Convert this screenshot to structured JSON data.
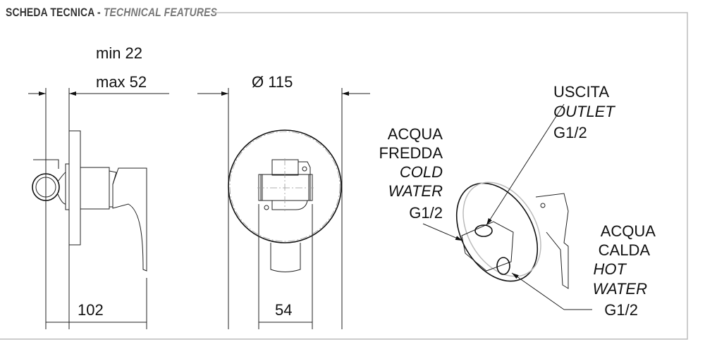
{
  "header": {
    "title_it": "SCHEDA TECNICA -",
    "title_en": "TECHNICAL FEATURES"
  },
  "side_view": {
    "depth_min": "min 22",
    "depth_max": "max 52",
    "length": "102"
  },
  "front_view": {
    "diameter": "Ø 115",
    "width": "54"
  },
  "connections": {
    "outlet": {
      "it": "USCITA",
      "en": "OUTLET",
      "size": "G1/2"
    },
    "cold": {
      "it_1": "ACQUA",
      "it_2": "FREDDA",
      "en_1": "COLD",
      "en_2": "WATER",
      "size": "G1/2"
    },
    "hot": {
      "it_1": "ACQUA",
      "it_2": "CALDA",
      "en_1": "HOT",
      "en_2": "WATER",
      "size": "G1/2"
    }
  }
}
